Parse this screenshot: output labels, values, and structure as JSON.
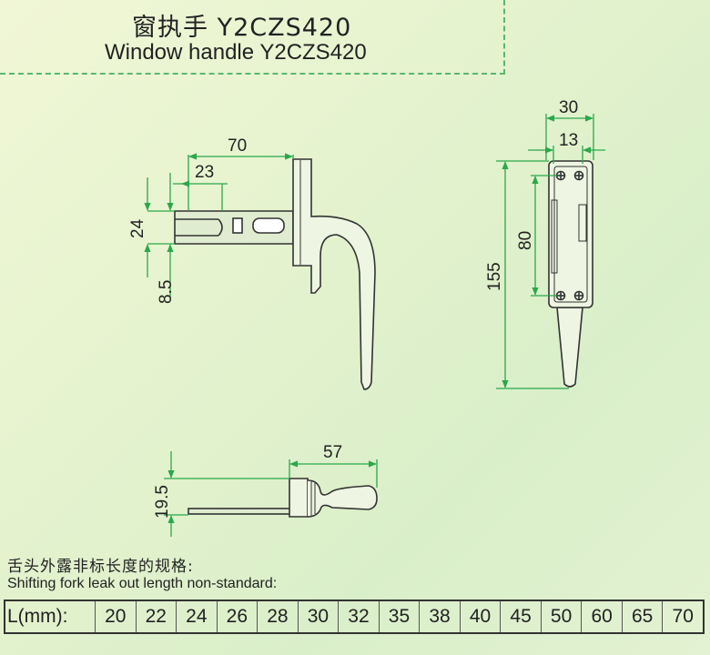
{
  "header": {
    "title_cn": "窗执手 Y2CZS420",
    "title_en": "Window handle Y2CZS420"
  },
  "dimensions": {
    "front_width": "70",
    "front_spindle_offset": "23",
    "front_height": "24",
    "front_spindle": "8.5",
    "side_width": "30",
    "side_inner": "13",
    "side_hole_spacing": "80",
    "side_total_height": "155",
    "bottom_length": "57",
    "bottom_height": "19.5"
  },
  "spec": {
    "title_cn": "舌头外露非标长度的规格:",
    "title_en": "Shifting fork leak out length non-standard:",
    "label": "L(mm):",
    "values": [
      "20",
      "22",
      "24",
      "26",
      "28",
      "30",
      "32",
      "35",
      "38",
      "40",
      "45",
      "50",
      "60",
      "65",
      "70"
    ]
  },
  "colors": {
    "dimension_line": "#2aa84a",
    "outline": "#333333",
    "dashed_border": "#57b86b"
  }
}
